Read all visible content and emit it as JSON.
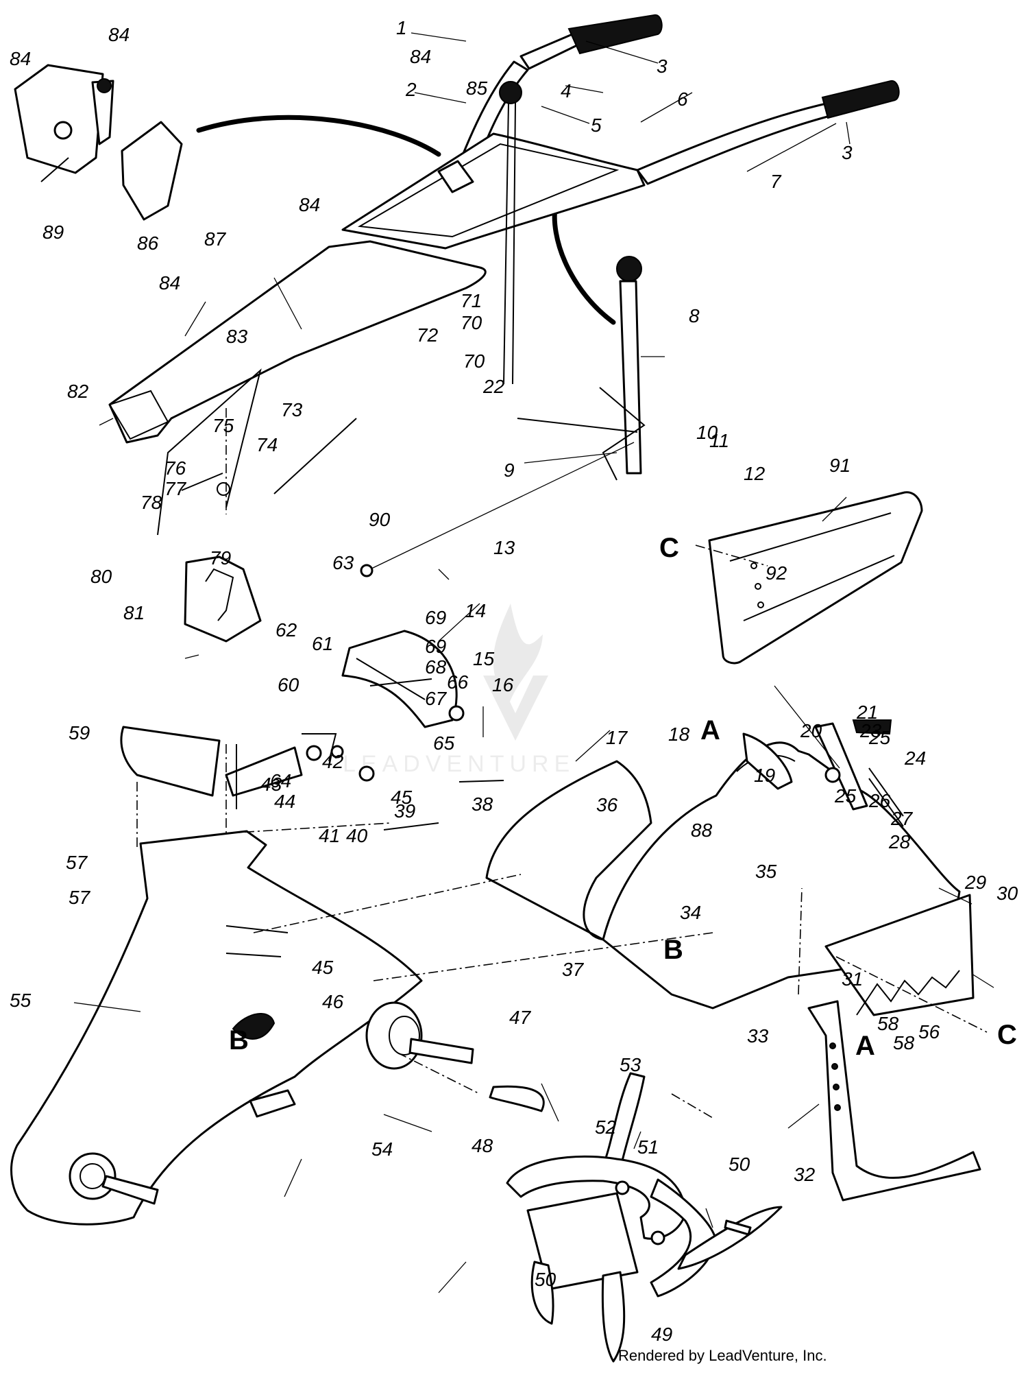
{
  "watermark": {
    "text": "LEADVENTURE"
  },
  "footer": {
    "credit": "Rendered by LeadVenture, Inc."
  },
  "section_letters": [
    "A",
    "A",
    "B",
    "B",
    "C",
    "C"
  ],
  "callouts": [
    "1",
    "2",
    "3",
    "3",
    "4",
    "5",
    "6",
    "7",
    "8",
    "9",
    "10",
    "11",
    "12",
    "13",
    "14",
    "15",
    "16",
    "17",
    "18",
    "19",
    "20",
    "21",
    "22",
    "23",
    "24",
    "25",
    "25",
    "26",
    "27",
    "28",
    "29",
    "30",
    "31",
    "32",
    "33",
    "34",
    "35",
    "36",
    "37",
    "38",
    "39",
    "40",
    "41",
    "42",
    "43",
    "44",
    "45",
    "45",
    "46",
    "47",
    "48",
    "49",
    "50",
    "50",
    "51",
    "52",
    "53",
    "54",
    "55",
    "56",
    "57",
    "57",
    "58",
    "58",
    "59",
    "60",
    "61",
    "62",
    "63",
    "64",
    "65",
    "66",
    "67",
    "68",
    "69",
    "69",
    "70",
    "70",
    "71",
    "72",
    "73",
    "74",
    "75",
    "76",
    "77",
    "78",
    "79",
    "80",
    "81",
    "82",
    "83",
    "84",
    "84",
    "84",
    "84",
    "84",
    "85",
    "86",
    "87",
    "88",
    "89",
    "90",
    "91",
    "92"
  ]
}
